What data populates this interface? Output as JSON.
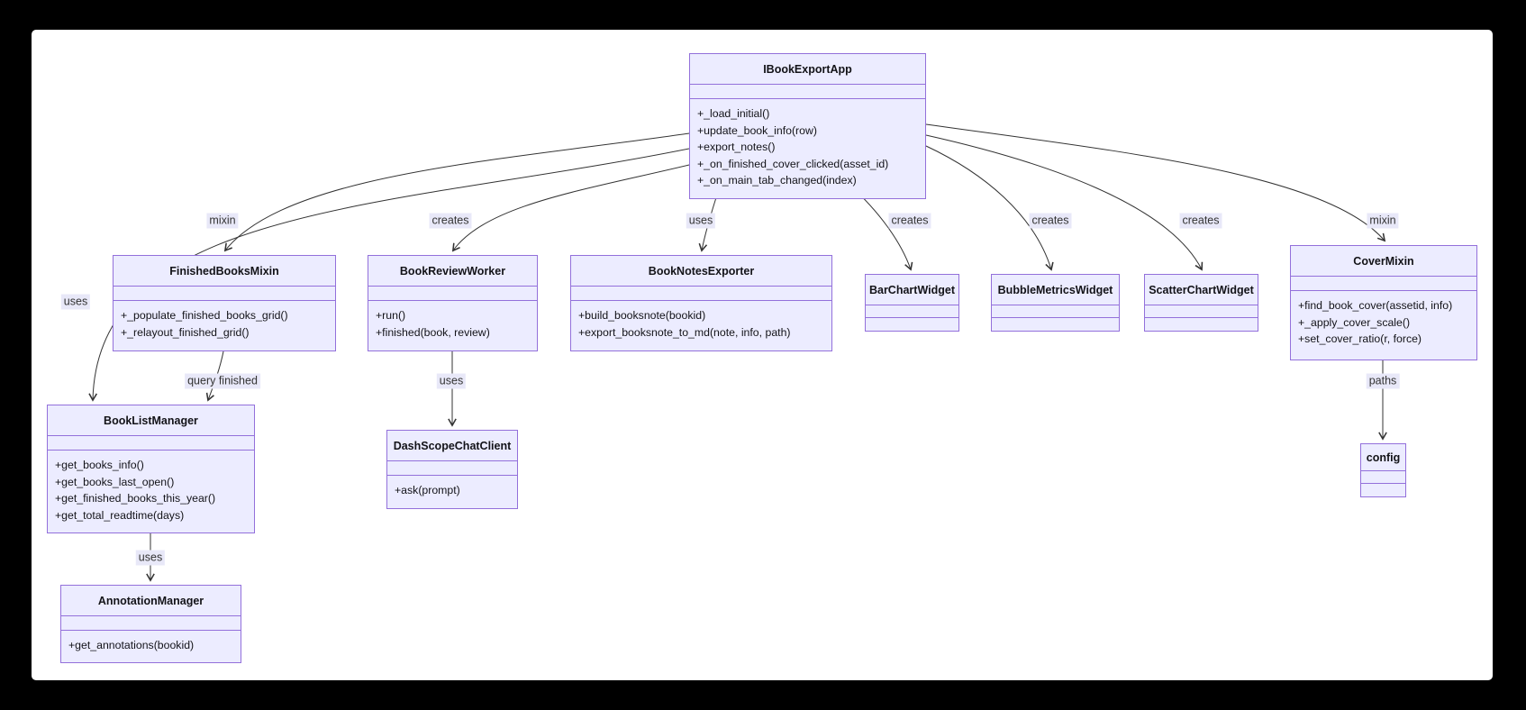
{
  "diagram": {
    "type": "uml-class-diagram",
    "colors": {
      "box_fill": "#ECECFF",
      "box_border": "#9370DB",
      "edge": "#333333",
      "edge_label_bg": "#E8E8F8",
      "canvas_bg": "#FFFFFF",
      "frame_bg": "#000000"
    },
    "classes": [
      {
        "name": "IBookExportApp",
        "methods": [
          "+_load_initial()",
          "+update_book_info(row)",
          "+export_notes()",
          "+_on_finished_cover_clicked(asset_id)",
          "+_on_main_tab_changed(index)"
        ]
      },
      {
        "name": "FinishedBooksMixin",
        "methods": [
          "+_populate_finished_books_grid()",
          "+_relayout_finished_grid()"
        ]
      },
      {
        "name": "BookReviewWorker",
        "methods": [
          "+run()",
          "+finished(book, review)"
        ]
      },
      {
        "name": "BookNotesExporter",
        "methods": [
          "+build_booksnote(bookid)",
          "+export_booksnote_to_md(note, info, path)"
        ]
      },
      {
        "name": "BarChartWidget",
        "methods": []
      },
      {
        "name": "BubbleMetricsWidget",
        "methods": []
      },
      {
        "name": "ScatterChartWidget",
        "methods": []
      },
      {
        "name": "CoverMixin",
        "methods": [
          "+find_book_cover(assetid, info)",
          "+_apply_cover_scale()",
          "+set_cover_ratio(r, force)"
        ]
      },
      {
        "name": "BookListManager",
        "methods": [
          "+get_books_info()",
          "+get_books_last_open()",
          "+get_finished_books_this_year()",
          "+get_total_readtime(days)"
        ]
      },
      {
        "name": "DashScopeChatClient",
        "methods": [
          "+ask(prompt)"
        ]
      },
      {
        "name": "AnnotationManager",
        "methods": [
          "+get_annotations(bookid)"
        ]
      },
      {
        "name": "config",
        "methods": []
      }
    ],
    "edges": [
      {
        "from": "IBookExportApp",
        "to": "FinishedBooksMixin",
        "label": "mixin"
      },
      {
        "from": "IBookExportApp",
        "to": "BookListManager",
        "label": "uses"
      },
      {
        "from": "IBookExportApp",
        "to": "BookReviewWorker",
        "label": "creates"
      },
      {
        "from": "IBookExportApp",
        "to": "BookNotesExporter",
        "label": "uses"
      },
      {
        "from": "IBookExportApp",
        "to": "BarChartWidget",
        "label": "creates"
      },
      {
        "from": "IBookExportApp",
        "to": "BubbleMetricsWidget",
        "label": "creates"
      },
      {
        "from": "IBookExportApp",
        "to": "ScatterChartWidget",
        "label": "creates"
      },
      {
        "from": "IBookExportApp",
        "to": "CoverMixin",
        "label": "mixin"
      },
      {
        "from": "FinishedBooksMixin",
        "to": "BookListManager",
        "label": "query finished"
      },
      {
        "from": "BookReviewWorker",
        "to": "DashScopeChatClient",
        "label": "uses"
      },
      {
        "from": "BookListManager",
        "to": "AnnotationManager",
        "label": "uses"
      },
      {
        "from": "CoverMixin",
        "to": "config",
        "label": "paths"
      }
    ]
  }
}
